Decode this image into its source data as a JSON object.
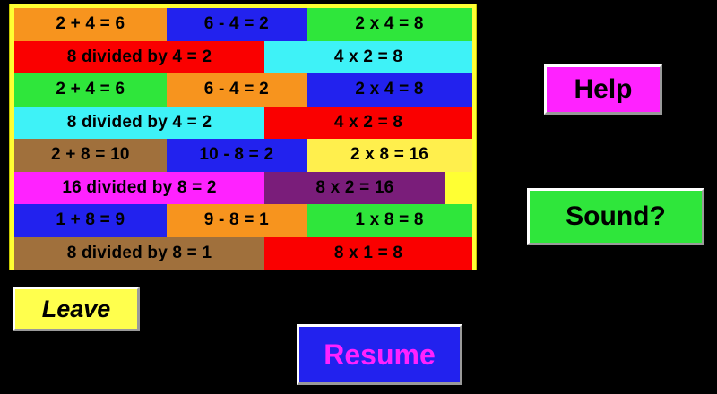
{
  "app": {
    "background_color": "#000000",
    "panel_border_color": "#ffff33"
  },
  "fact_grid": {
    "name": "math-fact-family-grid",
    "rows": [
      {
        "layout": "three",
        "cells": [
          {
            "text": "2 + 4 = 6",
            "color": "#f7941e"
          },
          {
            "text": "6 - 4 = 2",
            "color": "#2222ee"
          },
          {
            "text": "2 x 4 = 8",
            "color": "#2fe63b"
          }
        ]
      },
      {
        "layout": "two",
        "cells": [
          {
            "text": "8 divided by 4 = 2",
            "color": "#fa0000"
          },
          {
            "text": "4 x 2 = 8",
            "color": "#3ef2f7"
          }
        ]
      },
      {
        "layout": "three",
        "cells": [
          {
            "text": "2 + 4 = 6",
            "color": "#2fe63b"
          },
          {
            "text": "6 - 4 = 2",
            "color": "#f7941e"
          },
          {
            "text": "2 x 4 = 8",
            "color": "#2222ee"
          }
        ]
      },
      {
        "layout": "two",
        "cells": [
          {
            "text": "8 divided by 4 = 2",
            "color": "#3ef2f7"
          },
          {
            "text": "4 x 2 = 8",
            "color": "#fa0000"
          }
        ]
      },
      {
        "layout": "three",
        "cells": [
          {
            "text": "2 + 8 = 10",
            "color": "#a0703c"
          },
          {
            "text": "10 - 8 = 2",
            "color": "#2222ee"
          },
          {
            "text": "2 x 8 = 16",
            "color": "#ffef4d"
          }
        ]
      },
      {
        "layout": "two-short",
        "cells": [
          {
            "text": "16 divided by 8 = 2",
            "color": "#ff22ff"
          },
          {
            "text": "8 x 2 = 16",
            "color": "#7a1d7a"
          }
        ]
      },
      {
        "layout": "three",
        "cells": [
          {
            "text": "1 + 8 = 9",
            "color": "#2222ee"
          },
          {
            "text": "9 - 8 = 1",
            "color": "#f7941e"
          },
          {
            "text": "1 x 8 = 8",
            "color": "#2fe63b"
          }
        ]
      },
      {
        "layout": "two",
        "cells": [
          {
            "text": "8 divided by 8 = 1",
            "color": "#a0703c"
          },
          {
            "text": "8 x 1 = 8",
            "color": "#fa0000"
          }
        ]
      }
    ]
  },
  "buttons": {
    "help": {
      "label": "Help",
      "bg": "#ff22ff",
      "fg": "#000000"
    },
    "sound": {
      "label": "Sound?",
      "bg": "#2fe63b",
      "fg": "#000000"
    },
    "leave": {
      "label": "Leave",
      "bg": "#ffff4d",
      "fg": "#000000"
    },
    "resume": {
      "label": "Resume",
      "bg": "#2222ee",
      "fg": "#ff22ff"
    }
  }
}
